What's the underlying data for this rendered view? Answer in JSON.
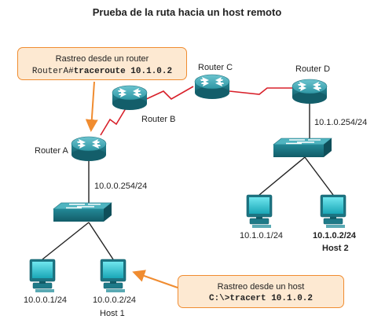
{
  "title": "Prueba de la ruta hacia un host remoto",
  "routers": {
    "a": "Router A",
    "b": "Router B",
    "c": "Router C",
    "d": "Router D"
  },
  "networks": {
    "gw_a": "10.0.0.254/24",
    "gw_d": "10.1.0.254/24"
  },
  "hosts": {
    "left_pc1_ip": "10.0.0.1/24",
    "left_pc2_ip": "10.0.0.2/24",
    "host1_name": "Host 1",
    "right_pc1_ip": "10.1.0.1/24",
    "right_pc2_ip": "10.1.0.2/24",
    "host2_name": "Host 2"
  },
  "callout_router": {
    "title": "Rastreo desde un router",
    "prompt": "RouterA#",
    "command": "traceroute 10.1.0.2"
  },
  "callout_host": {
    "title": "Rastreo desde un host",
    "command": "C:\\>tracert 10.1.0.2"
  },
  "colors": {
    "device": "#1f7d8c",
    "serial_link": "#d8202a",
    "callout_border": "#f08c30",
    "callout_fill": "#fde9d2",
    "arrow": "#f08c30"
  }
}
